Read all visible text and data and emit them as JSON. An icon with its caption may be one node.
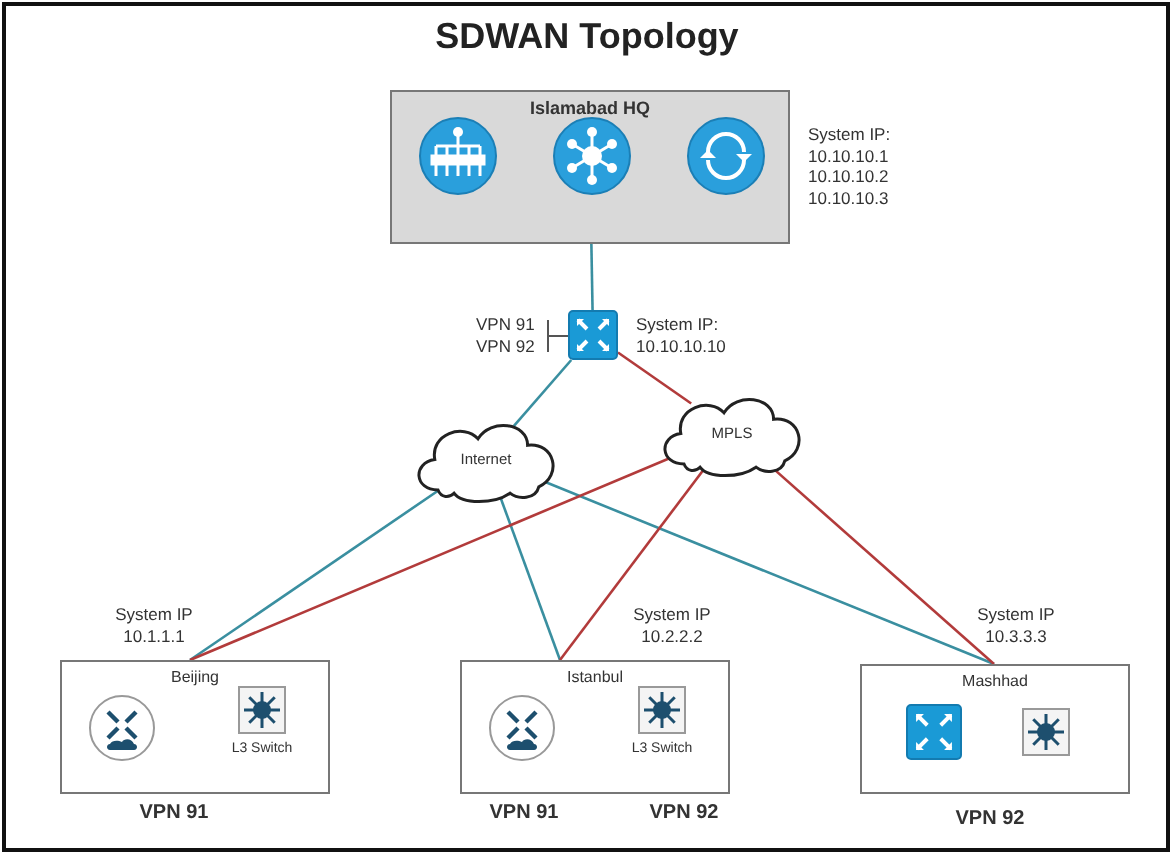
{
  "diagram": {
    "title": "SDWAN Topology",
    "nodes": [
      {
        "text": [
          "Islamabad HQ"
        ],
        "beside": [
          "System IP: 10.10.10.1 10.10.10.2 10.10.10.3"
        ]
      },
      {
        "text": [],
        "shape": "picture",
        "in": 0
      },
      {
        "text": [],
        "shape": "picture",
        "in": 0
      },
      {
        "text": [],
        "shape": "picture",
        "in": 0
      },
      {
        "text": [],
        "shape": "picture",
        "beside": [
          "VPN 91 VPN 92",
          "System IP: 10.10.10.10"
        ]
      },
      {
        "text": [
          "Internet"
        ]
      },
      {
        "text": [
          "MPLS"
        ]
      },
      {
        "text": [
          "Beijing"
        ],
        "beside": [
          "System IP 10.1.1.1",
          "VPN 91"
        ]
      },
      {
        "text": [],
        "shape": "picture",
        "in": 7
      },
      {
        "text": [
          "L3 Switch"
        ],
        "in": 7
      },
      {
        "text": [
          "Istanbul"
        ],
        "beside": [
          "System IP 10.2.2.2",
          "VPN 91",
          "VPN 92"
        ]
      },
      {
        "text": [],
        "shape": "picture",
        "in": 10
      },
      {
        "text": [
          "L3 Switch"
        ],
        "in": 10
      },
      {
        "text": [
          "Mashhad"
        ],
        "beside": [
          "System IP 10.3.3.3",
          "VPN 92"
        ]
      },
      {
        "text": [],
        "shape": "picture",
        "in": 13
      },
      {
        "text": [],
        "shape": "picture",
        "in": 13
      }
    ],
    "edges": [
      {
        "from": 0,
        "to": 4,
        "arrow": "none"
      },
      {
        "from": 4,
        "to": 5,
        "arrow": "none"
      },
      {
        "from": 4,
        "to": 6,
        "arrow": "none",
        "color": "#b23b3b"
      },
      {
        "from": 5,
        "to": 7,
        "arrow": "none"
      },
      {
        "from": 5,
        "to": 10,
        "arrow": "none"
      },
      {
        "from": 5,
        "to": 13,
        "arrow": "none"
      },
      {
        "from": 6,
        "to": 7,
        "arrow": "none",
        "color": "#b23b3b"
      },
      {
        "from": 6,
        "to": 10,
        "arrow": "none",
        "color": "#b23b3b"
      },
      {
        "from": 6,
        "to": 13,
        "arrow": "none",
        "color": "#b23b3b"
      }
    ]
  }
}
